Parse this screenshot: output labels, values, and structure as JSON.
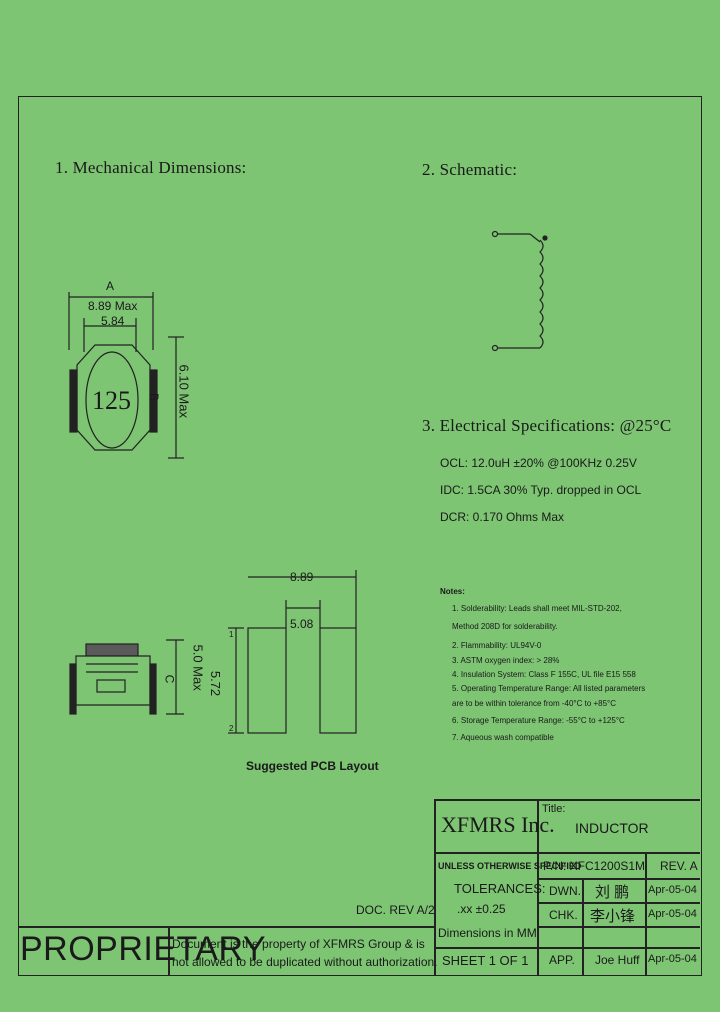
{
  "headings": {
    "mechanical": "1. Mechanical Dimensions:",
    "schematic": "2. Schematic:",
    "electrical": "3. Electrical   Specifications: @25°C"
  },
  "mechanical": {
    "dim_a_letter": "A",
    "dim_a_max": "8.89 Max",
    "dim_a_inner": "5.84",
    "marking": "125",
    "dim_b_letter": "B",
    "dim_b_max": "6.10 Max",
    "dim_c_letter": "C",
    "dim_c_max": "5.0 Max"
  },
  "pcb": {
    "width": "8.89",
    "gap": "5.08",
    "height": "5.72",
    "pin1": "1",
    "pin2": "2",
    "label": "Suggested PCB Layout"
  },
  "specs": [
    "OCL: 12.0uH ±20% @100KHz 0.25V",
    "IDC: 1.5CA 30% Typ. dropped in OCL",
    "DCR: 0.170 Ohms Max"
  ],
  "notes": {
    "title": "Notes:",
    "items": [
      "1. Solderability: Leads shall meet MIL-STD-202,",
      "    Method 208D for solderability.",
      "2. Flammability: UL94V-0",
      "3. ASTM oxygen index: > 28%",
      "4. Insulation System: Class F 155C, UL file E15 558",
      "5. Operating Temperature Range: All listed parameters",
      "    are to be within tolerance from -40°C to +85°C",
      "6. Storage Temperature Range: -55°C to +125°C",
      "7. Aqueous wash compatible"
    ]
  },
  "title_block": {
    "company": "XFMRS Inc.",
    "title_label": "Title:",
    "title_value": "INDUCTOR",
    "unless": "UNLESS OTHERWISE SPECIFIED",
    "tolerances": "TOLERANCES:",
    "tol_value": ".xx ±0.25",
    "dimensions": "Dimensions in MM",
    "sheet": "SHEET 1 OF 1",
    "pn": "P/N: XFC1200S1M",
    "rev": "REV. A",
    "dwn_label": "DWN.",
    "dwn_name": "刘 鹏",
    "dwn_date": "Apr-05-04",
    "chk_label": "CHK.",
    "chk_name": "李小锋",
    "chk_date": "Apr-05-04",
    "app_label": "APP.",
    "app_name": "Joe Huff",
    "app_date": "Apr-05-04",
    "doc_rev": "DOC. REV A/2",
    "proprietary": "PROPRIETARY",
    "disclaimer_1": "Document is the property of XFMRS Group & is",
    "disclaimer_2": "not allowed to be duplicated without authorization."
  }
}
